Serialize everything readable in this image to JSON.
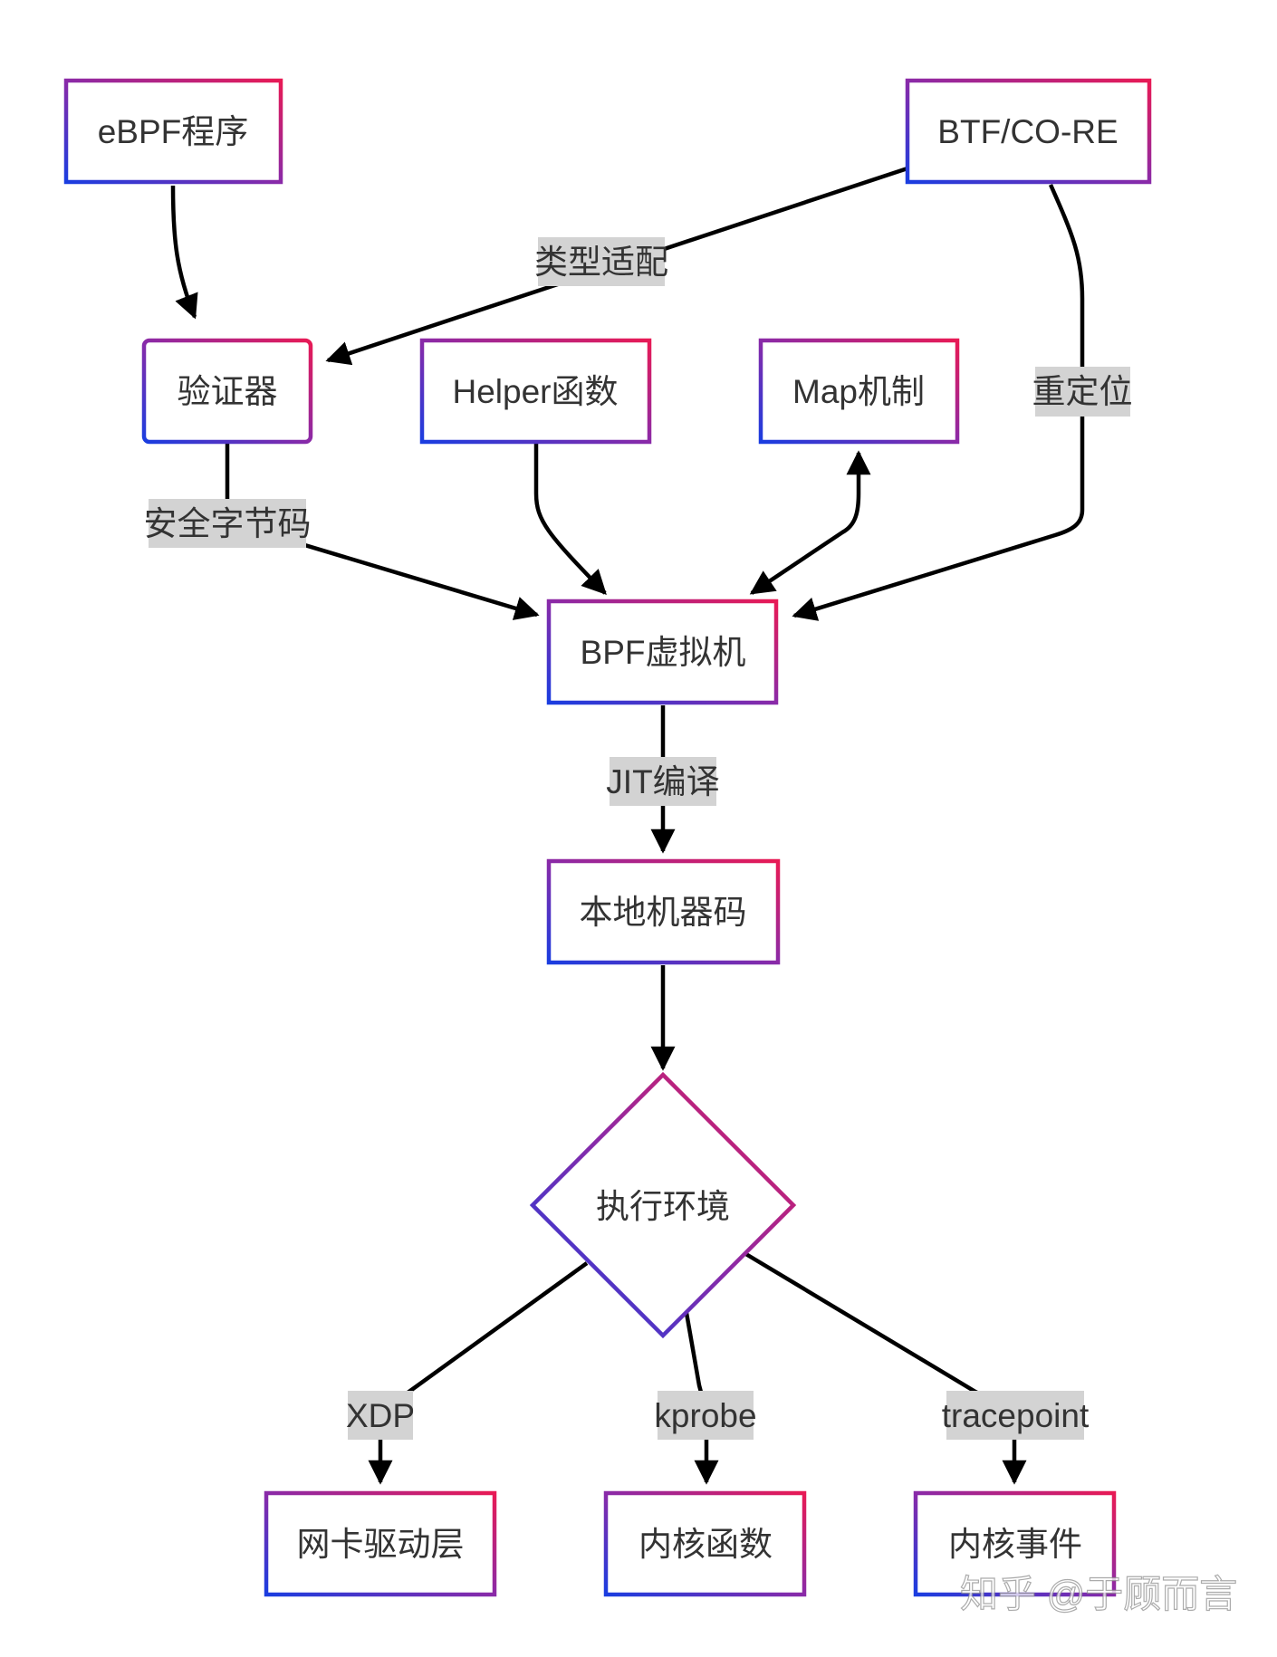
{
  "nodes": {
    "ebpf_program": "eBPF程序",
    "btf_core": "BTF/CO-RE",
    "verifier": "验证器",
    "helper_functions": "Helper函数",
    "map_mechanism": "Map机制",
    "bpf_vm": "BPF虚拟机",
    "native_code": "本地机器码",
    "execution_env": "执行环境",
    "nic_driver": "网卡驱动层",
    "kernel_functions": "内核函数",
    "kernel_events": "内核事件"
  },
  "edges": {
    "type_adaptation": "类型适配",
    "relocation": "重定位",
    "safe_bytecode": "安全字节码",
    "jit_compile": "JIT编译",
    "xdp": "XDP",
    "kprobe": "kprobe",
    "tracepoint": "tracepoint"
  },
  "colors": {
    "gradient_start": "#1a3de0",
    "gradient_mid": "#8a2aa8",
    "gradient_end": "#e81a55",
    "edge": "#000000",
    "label_background": "#d3d3d3",
    "text": "#333333"
  },
  "watermark": "知乎 @于顾而言"
}
